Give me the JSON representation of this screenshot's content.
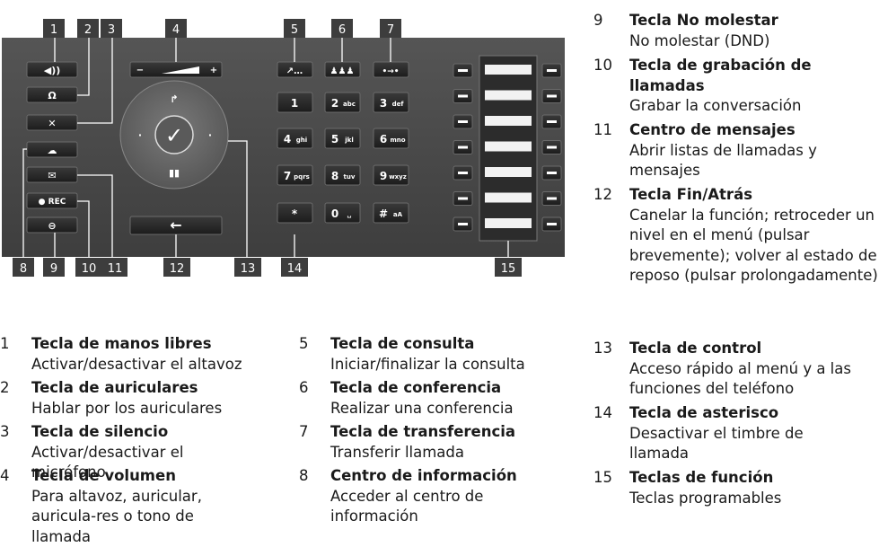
{
  "keypad": {
    "rows": [
      [
        {
          "main": "1",
          "sub": ""
        },
        {
          "main": "2",
          "sub": "abc"
        },
        {
          "main": "3",
          "sub": "def"
        }
      ],
      [
        {
          "main": "4",
          "sub": "ghi"
        },
        {
          "main": "5",
          "sub": "jkl"
        },
        {
          "main": "6",
          "sub": "mno"
        }
      ],
      [
        {
          "main": "7",
          "sub": "pqrs"
        },
        {
          "main": "8",
          "sub": "tuv"
        },
        {
          "main": "9",
          "sub": "wxyz"
        }
      ],
      [
        {
          "main": "*",
          "sub": ""
        },
        {
          "main": "0",
          "sub": "␣"
        },
        {
          "main": "#",
          "sub": "aA"
        }
      ]
    ],
    "rec_label": "● REC",
    "volume_minus": "−",
    "volume_plus": "+"
  },
  "callouts": [
    "1",
    "2",
    "3",
    "4",
    "5",
    "6",
    "7",
    "8",
    "9",
    "10",
    "11",
    "12",
    "13",
    "14",
    "15"
  ],
  "legend": {
    "col1": [
      {
        "num": "1",
        "title": "Tecla de manos libres",
        "desc": "Activar/desactivar el altavoz"
      },
      {
        "num": "2",
        "title": "Tecla de auriculares",
        "desc": "Hablar por los auriculares"
      },
      {
        "num": "3",
        "title": "Tecla de silencio",
        "desc": "Activar/desactivar el micrófono"
      },
      {
        "num": "4",
        "title": "Tecla de volumen",
        "desc": "Para altavoz, auricular, auricula-res o tono de llamada"
      }
    ],
    "col2": [
      {
        "num": "5",
        "title": "Tecla de consulta",
        "desc": "Iniciar/finalizar la consulta"
      },
      {
        "num": "6",
        "title": "Tecla de conferencia",
        "desc": "Realizar una conferencia"
      },
      {
        "num": "7",
        "title": "Tecla de transferencia",
        "desc": "Transferir llamada"
      },
      {
        "num": "8",
        "title": "Centro de información",
        "desc": "Acceder al centro de información"
      }
    ],
    "col3": [
      {
        "num": "9",
        "title": "Tecla No molestar",
        "desc": "No molestar (DND)"
      },
      {
        "num": "10",
        "title": "Tecla de grabación de llamadas",
        "desc": "Grabar la conversación"
      },
      {
        "num": "11",
        "title": "Centro de mensajes",
        "desc": "Abrir listas de llamadas y mensajes"
      },
      {
        "num": "12",
        "title": "Tecla Fin/Atrás",
        "desc": "Canelar la función; retroceder un nivel en el menú (pulsar brevemente); volver al estado de reposo (pulsar prolongadamente)"
      },
      {
        "num": "13",
        "title": "Tecla de control",
        "desc": "Acceso rápido al menú y a las funciones del teléfono"
      },
      {
        "num": "14",
        "title": "Tecla de asterisco",
        "desc": "Desactivar el timbre de llamada"
      },
      {
        "num": "15",
        "title": "Teclas de función",
        "desc": "Teclas programables"
      }
    ]
  },
  "colors": {
    "panel": "#4a4a4a",
    "key": "#262626",
    "callout": "#3d3d3d",
    "line": "#ffffff"
  }
}
